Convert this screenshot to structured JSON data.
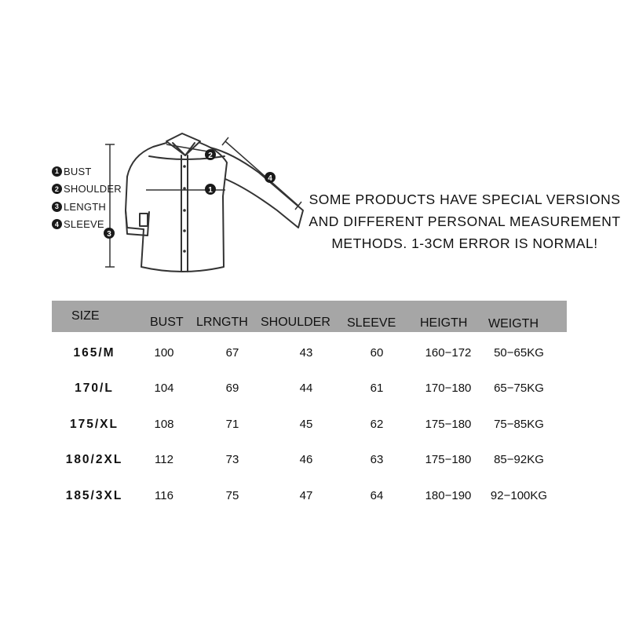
{
  "legend": [
    {
      "num": "1",
      "label": "BUST"
    },
    {
      "num": "2",
      "label": "SHOULDER"
    },
    {
      "num": "3",
      "label": "LENGTH"
    },
    {
      "num": "4",
      "label": "SLEEVE"
    }
  ],
  "diagram_markers": {
    "bust": "1",
    "shoulder": "2",
    "length": "3",
    "sleeve": "4"
  },
  "notice": [
    "SOME PRODUCTS HAVE SPECIAL VERSIONS",
    "AND DIFFERENT PERSONAL MEASUREMENT",
    "METHODS. 1-3CM ERROR IS NORMAL!"
  ],
  "table": {
    "headers": [
      "SIZE",
      "BUST",
      "LRNGTH",
      "SHOULDER",
      "SLEEVE",
      "HEIGTH",
      "WEIGTH"
    ],
    "rows": [
      [
        "165/M",
        "100",
        "67",
        "43",
        "60",
        "160−172",
        "50−65KG"
      ],
      [
        "170/L",
        "104",
        "69",
        "44",
        "61",
        "170−180",
        "65−75KG"
      ],
      [
        "175/XL",
        "108",
        "71",
        "45",
        "62",
        "175−180",
        "75−85KG"
      ],
      [
        "180/2XL",
        "112",
        "73",
        "46",
        "63",
        "175−180",
        "85−92KG"
      ],
      [
        "185/3XL",
        "116",
        "75",
        "47",
        "64",
        "180−190",
        "92−100KG"
      ]
    ]
  }
}
